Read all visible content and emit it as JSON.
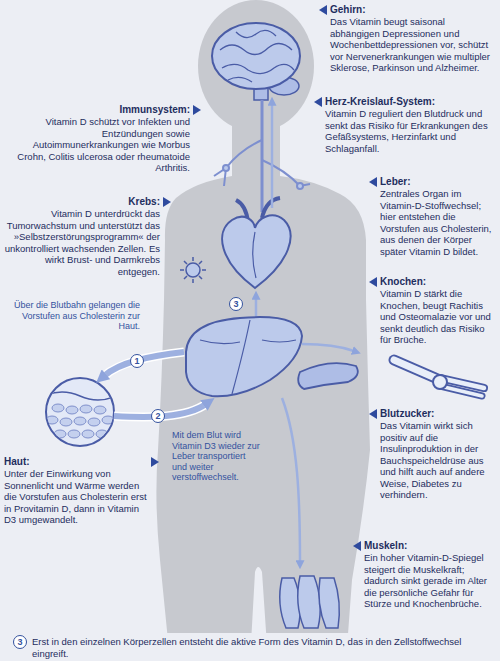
{
  "diagram": {
    "nodes": [
      {
        "text": [
          "Gehirn:",
          "Das Vitamin beugt saisonal abhängigen Depressionen und Wochenbettdepressionen vor, schützt vor Nervenerkrankungen wie multipler Sklerose, Parkinson und Alzheimer."
        ]
      },
      {
        "text": [
          "Immunsystem:",
          "Vitamin D schützt vor Infekten und Entzündungen sowie Autoimmunerkrankungen wie Morbus Crohn, Colitis ulcerosa oder rheumatoide Arthritis."
        ]
      },
      {
        "text": [
          "Herz-Kreislauf-System:",
          "Vitamin D reguliert den Blutdruck und senkt das Risiko für Erkrankungen des Gefäßsystems, Herzinfarkt und Schlaganfall."
        ]
      },
      {
        "text": [
          "Krebs:",
          "Vitamin D unterdrückt das Tumorwachstum und unterstützt das »Selbstzerstörungsprogramm« der unkontrolliert wachsenden Zellen. Es wirkt Brust- und Darmkrebs entgegen."
        ]
      },
      {
        "text": [
          "Leber:",
          "Zentrales Organ im Vitamin-D-Stoffwechsel; hier entstehen die Vorstufen aus Cholesterin, aus denen der Körper später Vitamin D bildet."
        ]
      },
      {
        "text": [
          "Knochen:",
          "Vitamin D stärkt die Knochen, beugt Rachitis und Osteomalazie vor und senkt deutlich das Risiko für Brüche."
        ]
      },
      {
        "text": [
          "Blutzucker:",
          "Das Vitamin wirkt sich positiv auf die Insulinproduktion in der Bauchspeicheldrüse aus und hilft auch auf andere Weise, Diabetes zu verhindern."
        ]
      },
      {
        "text": [
          "Haut:",
          "Unter der Einwirkung von Sonnenlicht und Wärme werden die Vorstufen aus Cholesterin erst in Provitamin D, dann in Vitamin D3 umgewandelt."
        ]
      },
      {
        "text": [
          "Muskeln:",
          "Ein hoher Vitamin-D-Spiegel steigert die Muskelkraft; dadurch sinkt gerade im Alter die persönliche Gefahr für Stürze und Knochenbrüche."
        ]
      }
    ],
    "labels": [
      "Über die Blutbahn gelangen die Vorstufen aus Cholesterin zur Haut.",
      "1",
      "Mit dem Blut wird Vitamin D3 wieder zur Leber transportiert und weiter verstoffwechselt.",
      "2",
      "3",
      "3",
      "Erst in den einzelnen Körperzellen entsteht die aktive Form des Vitamin D, das in den Zellstoffwechsel eingreift."
    ]
  }
}
